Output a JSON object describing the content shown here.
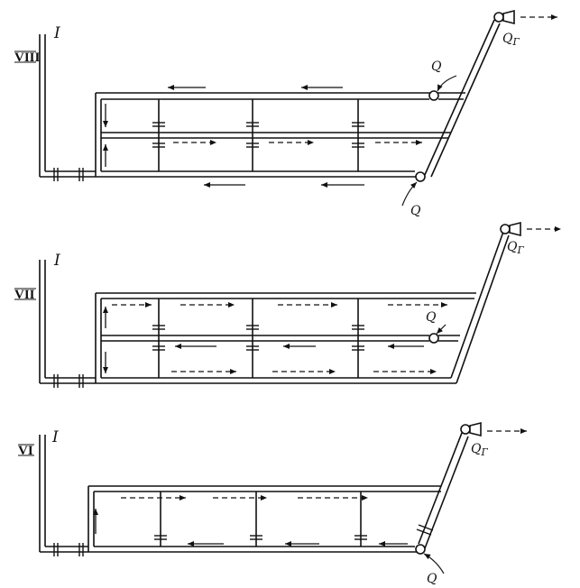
{
  "diagram": {
    "style": {
      "ink": "#111111",
      "background": "#ffffff"
    },
    "panels": [
      {
        "id": "VIII",
        "roman_label": "VIII",
        "shaft_label": "I",
        "flow_in_labels": [
          "Q",
          "Q"
        ],
        "flow_out_label": "Q",
        "flow_out_subscript": "Г",
        "fan_icon": "fan-icon"
      },
      {
        "id": "VII",
        "roman_label": "VII",
        "shaft_label": "I",
        "flow_in_labels": [
          "Q"
        ],
        "flow_out_label": "Q",
        "flow_out_subscript": "Г",
        "fan_icon": "fan-icon"
      },
      {
        "id": "VI",
        "roman_label": "VI",
        "shaft_label": "I",
        "flow_in_labels": [
          "Q"
        ],
        "flow_out_label": "Q",
        "flow_out_subscript": "Г",
        "fan_icon": "fan-icon"
      }
    ]
  }
}
